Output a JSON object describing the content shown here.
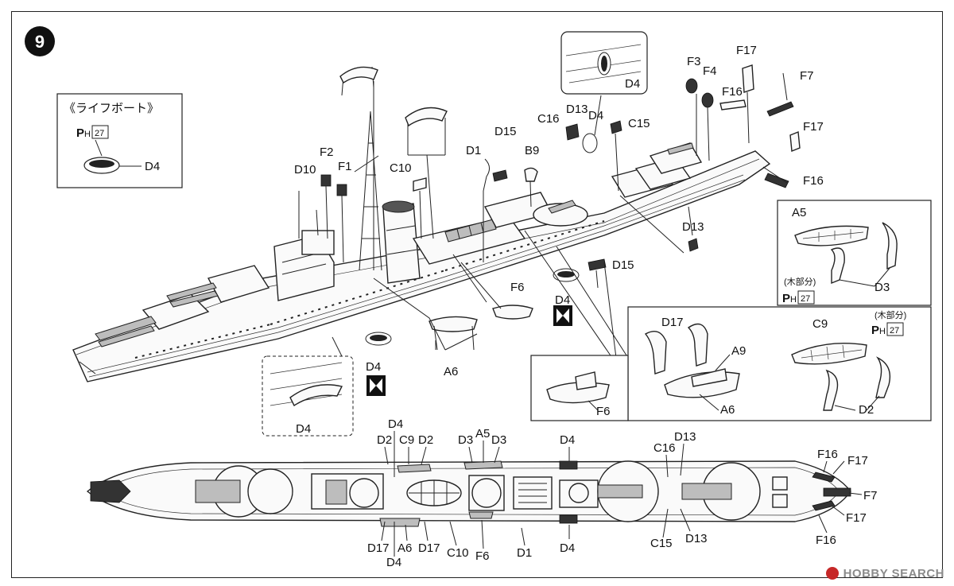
{
  "step": {
    "number": "9"
  },
  "lifeboat_callout": {
    "title": "《ライフボート》",
    "paint_prefix": "H",
    "paint_code": "27",
    "part": "D4"
  },
  "top_view_labels": {
    "d10": "D10",
    "f2": "F2",
    "f1": "F1",
    "c10": "C10",
    "d1": "D1",
    "d15": "D15",
    "b9": "B9",
    "c16": "C16",
    "d13": "D13",
    "d4": "D4",
    "c15": "C15",
    "f3": "F3",
    "f4": "F4",
    "f17": "F17",
    "f16": "F16",
    "f7": "F7",
    "f17b": "F17",
    "f16b": "F16",
    "d13b": "D13",
    "d15b": "D15",
    "f6": "F6",
    "d4b": "D4",
    "a6": "A6",
    "d4c": "D4",
    "d4inset": "D4",
    "d4inset2": "D4"
  },
  "boat_a5_box": {
    "a5": "A5",
    "d3": "D3",
    "wood_note": "(木部分)",
    "paint_prefix": "H",
    "paint_code": "27"
  },
  "boat_a9_box": {
    "d17": "D17",
    "a9": "A9",
    "a6": "A6",
    "c9": "C9",
    "d2": "D2",
    "wood_note": "(木部分)",
    "paint_prefix": "H",
    "paint_code": "27"
  },
  "boat_f6_box": {
    "f6": "F6"
  },
  "plan_labels_top": {
    "d4a": "D4",
    "d2a": "D2",
    "c9": "C9",
    "d2b": "D2",
    "d3a": "D3",
    "a5": "A5",
    "d3b": "D3",
    "d4b": "D4",
    "c16": "C16",
    "d13": "D13",
    "f16": "F16",
    "f17": "F17",
    "f7": "F7"
  },
  "plan_labels_bottom": {
    "d17a": "D17",
    "a6": "A6",
    "d17b": "D17",
    "c10": "C10",
    "f6": "F6",
    "d1": "D1",
    "d4a": "D4",
    "c15": "C15",
    "d13": "D13",
    "f17": "F17",
    "f16": "F16",
    "d4b": "D4"
  },
  "watermark": {
    "text": "HOBBY SEARCH"
  }
}
